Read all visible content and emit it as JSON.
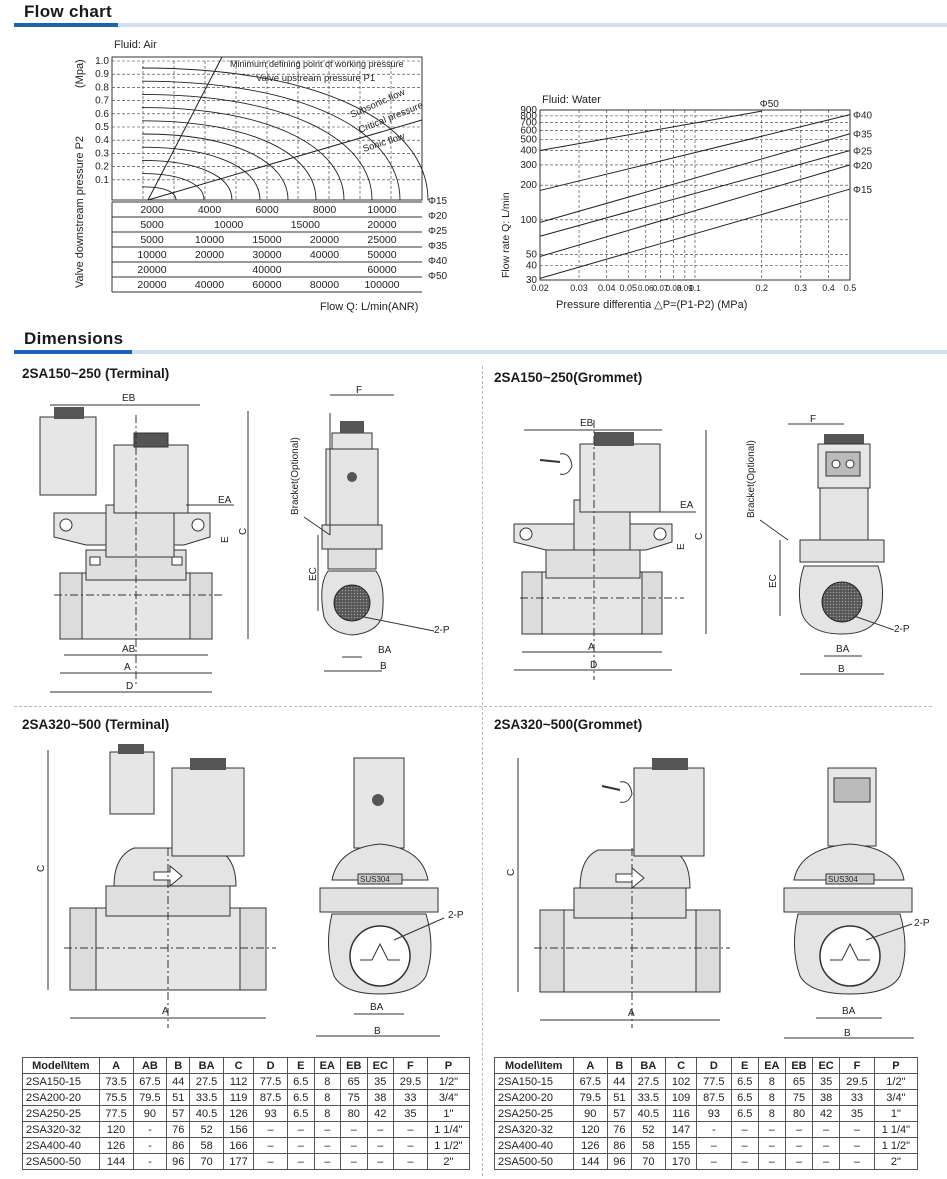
{
  "flow_section": {
    "title": "Flow chart"
  },
  "dimensions_section": {
    "title": "Dimensions"
  },
  "air_chart": {
    "fluid": "Fluid: Air",
    "ylabel": "Valve downstream pressure  P2",
    "yunit": "(Mpa)",
    "yticks": [
      "1.0",
      "0.9",
      "0.8",
      "0.7",
      "0.6",
      "0.5",
      "0.4",
      "0.3",
      "0.2",
      "0.1"
    ],
    "annotations": {
      "min_pressure": "Minimum defining point of working pressure",
      "upstream": "Valve upstream pressure P1",
      "subsonic": "Subsonic flow",
      "critical": "Critical pressure",
      "sonic": "Sonic flow"
    },
    "scales": [
      {
        "ticks": [
          "2000",
          "4000",
          "6000",
          "8000",
          "10000"
        ],
        "label": "Φ15"
      },
      {
        "ticks": [
          "5000",
          "10000",
          "15000",
          "20000"
        ],
        "label": "Φ20"
      },
      {
        "ticks": [
          "5000",
          "10000",
          "15000",
          "20000",
          "25000"
        ],
        "label": "Φ25"
      },
      {
        "ticks": [
          "10000",
          "20000",
          "30000",
          "40000",
          "50000"
        ],
        "label": "Φ35"
      },
      {
        "ticks": [
          "20000",
          "40000",
          "60000"
        ],
        "label": "Φ40"
      },
      {
        "ticks": [
          "20000",
          "40000",
          "60000",
          "80000",
          "100000"
        ],
        "label": "Φ50"
      }
    ],
    "xlabel": "Flow Q: L/min(ANR)"
  },
  "chart_data": {
    "type": "line",
    "title": "Fluid: Water",
    "xlabel": "Pressure differentia  △P=(P1-P2)   (MPa)",
    "ylabel": "Flow rate Q: L/min",
    "xscale": "log",
    "yscale": "log",
    "xlim": [
      0.02,
      0.5
    ],
    "ylim": [
      30,
      900
    ],
    "x_ticks": [
      "0.02",
      "0.03",
      "0.04",
      "0.05",
      "0.06",
      "0.07",
      "0.08",
      "0.09",
      "0.1",
      "0.2",
      "0.3",
      "0.4",
      "0.5"
    ],
    "y_ticks": [
      "900",
      "800",
      "700",
      "600",
      "500",
      "400",
      "300",
      "200",
      "100",
      "50",
      "40",
      "30"
    ],
    "series": [
      {
        "name": "Φ50",
        "x": [
          0.02,
          0.2
        ],
        "y": [
          400,
          880
        ]
      },
      {
        "name": "Φ40",
        "x": [
          0.02,
          0.5
        ],
        "y": [
          180,
          820
        ]
      },
      {
        "name": "Φ35",
        "x": [
          0.02,
          0.5
        ],
        "y": [
          95,
          560
        ]
      },
      {
        "name": "Φ25",
        "x": [
          0.02,
          0.5
        ],
        "y": [
          72,
          400
        ]
      },
      {
        "name": "Φ20",
        "x": [
          0.02,
          0.5
        ],
        "y": [
          48,
          300
        ]
      },
      {
        "name": "Φ15",
        "x": [
          0.02,
          0.5
        ],
        "y": [
          31,
          185
        ]
      }
    ]
  },
  "diagrams": {
    "q1": {
      "title": "2SA150~250 (Terminal)",
      "labels": {
        "eb": "EB",
        "ea": "EA",
        "e": "E",
        "c": "C",
        "ab": "AB",
        "a": "A",
        "d": "D",
        "f": "F",
        "bracket": "Bracket(Optional)",
        "ec": "EC",
        "p": "2-P",
        "ba": "BA",
        "b": "B"
      }
    },
    "q2": {
      "title": "2SA150~250(Grommet)",
      "labels": {
        "eb": "EB",
        "ea": "EA",
        "e": "E",
        "c": "C",
        "a": "A",
        "d": "D",
        "f": "F",
        "bracket": "Bracket(Optional)",
        "ec": "EC",
        "p": "2-P",
        "ba": "BA",
        "b": "B"
      }
    },
    "q3": {
      "title": "2SA320~500 (Terminal)",
      "labels": {
        "c": "C",
        "a": "A",
        "sus": "SUS304",
        "p": "2-P",
        "ba": "BA",
        "b": "B"
      }
    },
    "q4": {
      "title": "2SA320~500(Grommet)",
      "labels": {
        "c": "C",
        "a": "A",
        "sus": "SUS304",
        "p": "2-P",
        "ba": "BA",
        "b": "B"
      }
    }
  },
  "table_left": {
    "headers": [
      "Model\\Item",
      "A",
      "AB",
      "B",
      "BA",
      "C",
      "D",
      "E",
      "EA",
      "EB",
      "EC",
      "F",
      "P"
    ],
    "rows": [
      [
        "2SA150-15",
        "73.5",
        "67.5",
        "44",
        "27.5",
        "112",
        "77.5",
        "6.5",
        "8",
        "65",
        "35",
        "29.5",
        "1/2\""
      ],
      [
        "2SA200-20",
        "75.5",
        "79.5",
        "51",
        "33.5",
        "119",
        "87.5",
        "6.5",
        "8",
        "75",
        "38",
        "33",
        "3/4\""
      ],
      [
        "2SA250-25",
        "77.5",
        "90",
        "57",
        "40.5",
        "126",
        "93",
        "6.5",
        "8",
        "80",
        "42",
        "35",
        "1\""
      ],
      [
        "2SA320-32",
        "120",
        "-",
        "76",
        "52",
        "156",
        "–",
        "–",
        "–",
        "–",
        "–",
        "–",
        "1 1/4\""
      ],
      [
        "2SA400-40",
        "126",
        "-",
        "86",
        "58",
        "166",
        "–",
        "–",
        "–",
        "–",
        "–",
        "–",
        "1 1/2\""
      ],
      [
        "2SA500-50",
        "144",
        "-",
        "96",
        "70",
        "177",
        "–",
        "–",
        "–",
        "–",
        "–",
        "–",
        "2\""
      ]
    ]
  },
  "table_right": {
    "headers": [
      "Model\\Item",
      "A",
      "B",
      "BA",
      "C",
      "D",
      "E",
      "EA",
      "EB",
      "EC",
      "F",
      "P"
    ],
    "rows": [
      [
        "2SA150-15",
        "67.5",
        "44",
        "27.5",
        "102",
        "77.5",
        "6.5",
        "8",
        "65",
        "35",
        "29.5",
        "1/2\""
      ],
      [
        "2SA200-20",
        "79.5",
        "51",
        "33.5",
        "109",
        "87.5",
        "6.5",
        "8",
        "75",
        "38",
        "33",
        "3/4\""
      ],
      [
        "2SA250-25",
        "90",
        "57",
        "40.5",
        "116",
        "93",
        "6.5",
        "8",
        "80",
        "42",
        "35",
        "1\""
      ],
      [
        "2SA320-32",
        "120",
        "76",
        "52",
        "147",
        "-",
        "–",
        "–",
        "–",
        "–",
        "–",
        "1 1/4\""
      ],
      [
        "2SA400-40",
        "126",
        "86",
        "58",
        "155",
        "–",
        "–",
        "–",
        "–",
        "–",
        "–",
        "1 1/2\""
      ],
      [
        "2SA500-50",
        "144",
        "96",
        "70",
        "170",
        "–",
        "–",
        "–",
        "–",
        "–",
        "–",
        "2\""
      ]
    ]
  }
}
